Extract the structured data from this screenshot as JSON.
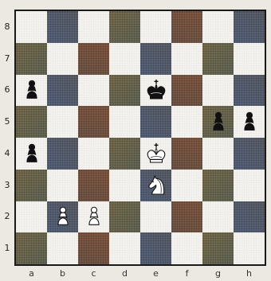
{
  "board": {
    "ranks": [
      "8",
      "7",
      "6",
      "5",
      "4",
      "3",
      "2",
      "1"
    ],
    "files": [
      "a",
      "b",
      "c",
      "d",
      "e",
      "f",
      "g",
      "h"
    ],
    "pieces": [
      {
        "square": "a6",
        "piece": "pawn",
        "color": "black"
      },
      {
        "square": "e6",
        "piece": "king",
        "color": "black"
      },
      {
        "square": "g5",
        "piece": "pawn",
        "color": "black"
      },
      {
        "square": "h5",
        "piece": "pawn",
        "color": "black"
      },
      {
        "square": "a4",
        "piece": "pawn",
        "color": "black"
      },
      {
        "square": "e4",
        "piece": "king",
        "color": "white"
      },
      {
        "square": "e3",
        "piece": "knight",
        "color": "white"
      },
      {
        "square": "b2",
        "piece": "pawn",
        "color": "white"
      },
      {
        "square": "c2",
        "piece": "pawn",
        "color": "white"
      }
    ]
  },
  "colors": {
    "light_square": "#f3f1ed",
    "dark_square_olive": "#6f6b52",
    "dark_square_blue": "#5b6676",
    "dark_square_brown": "#7a5a46",
    "white_piece_fill": "#ffffff",
    "black_piece_fill": "#111111",
    "outline": "#111111"
  }
}
